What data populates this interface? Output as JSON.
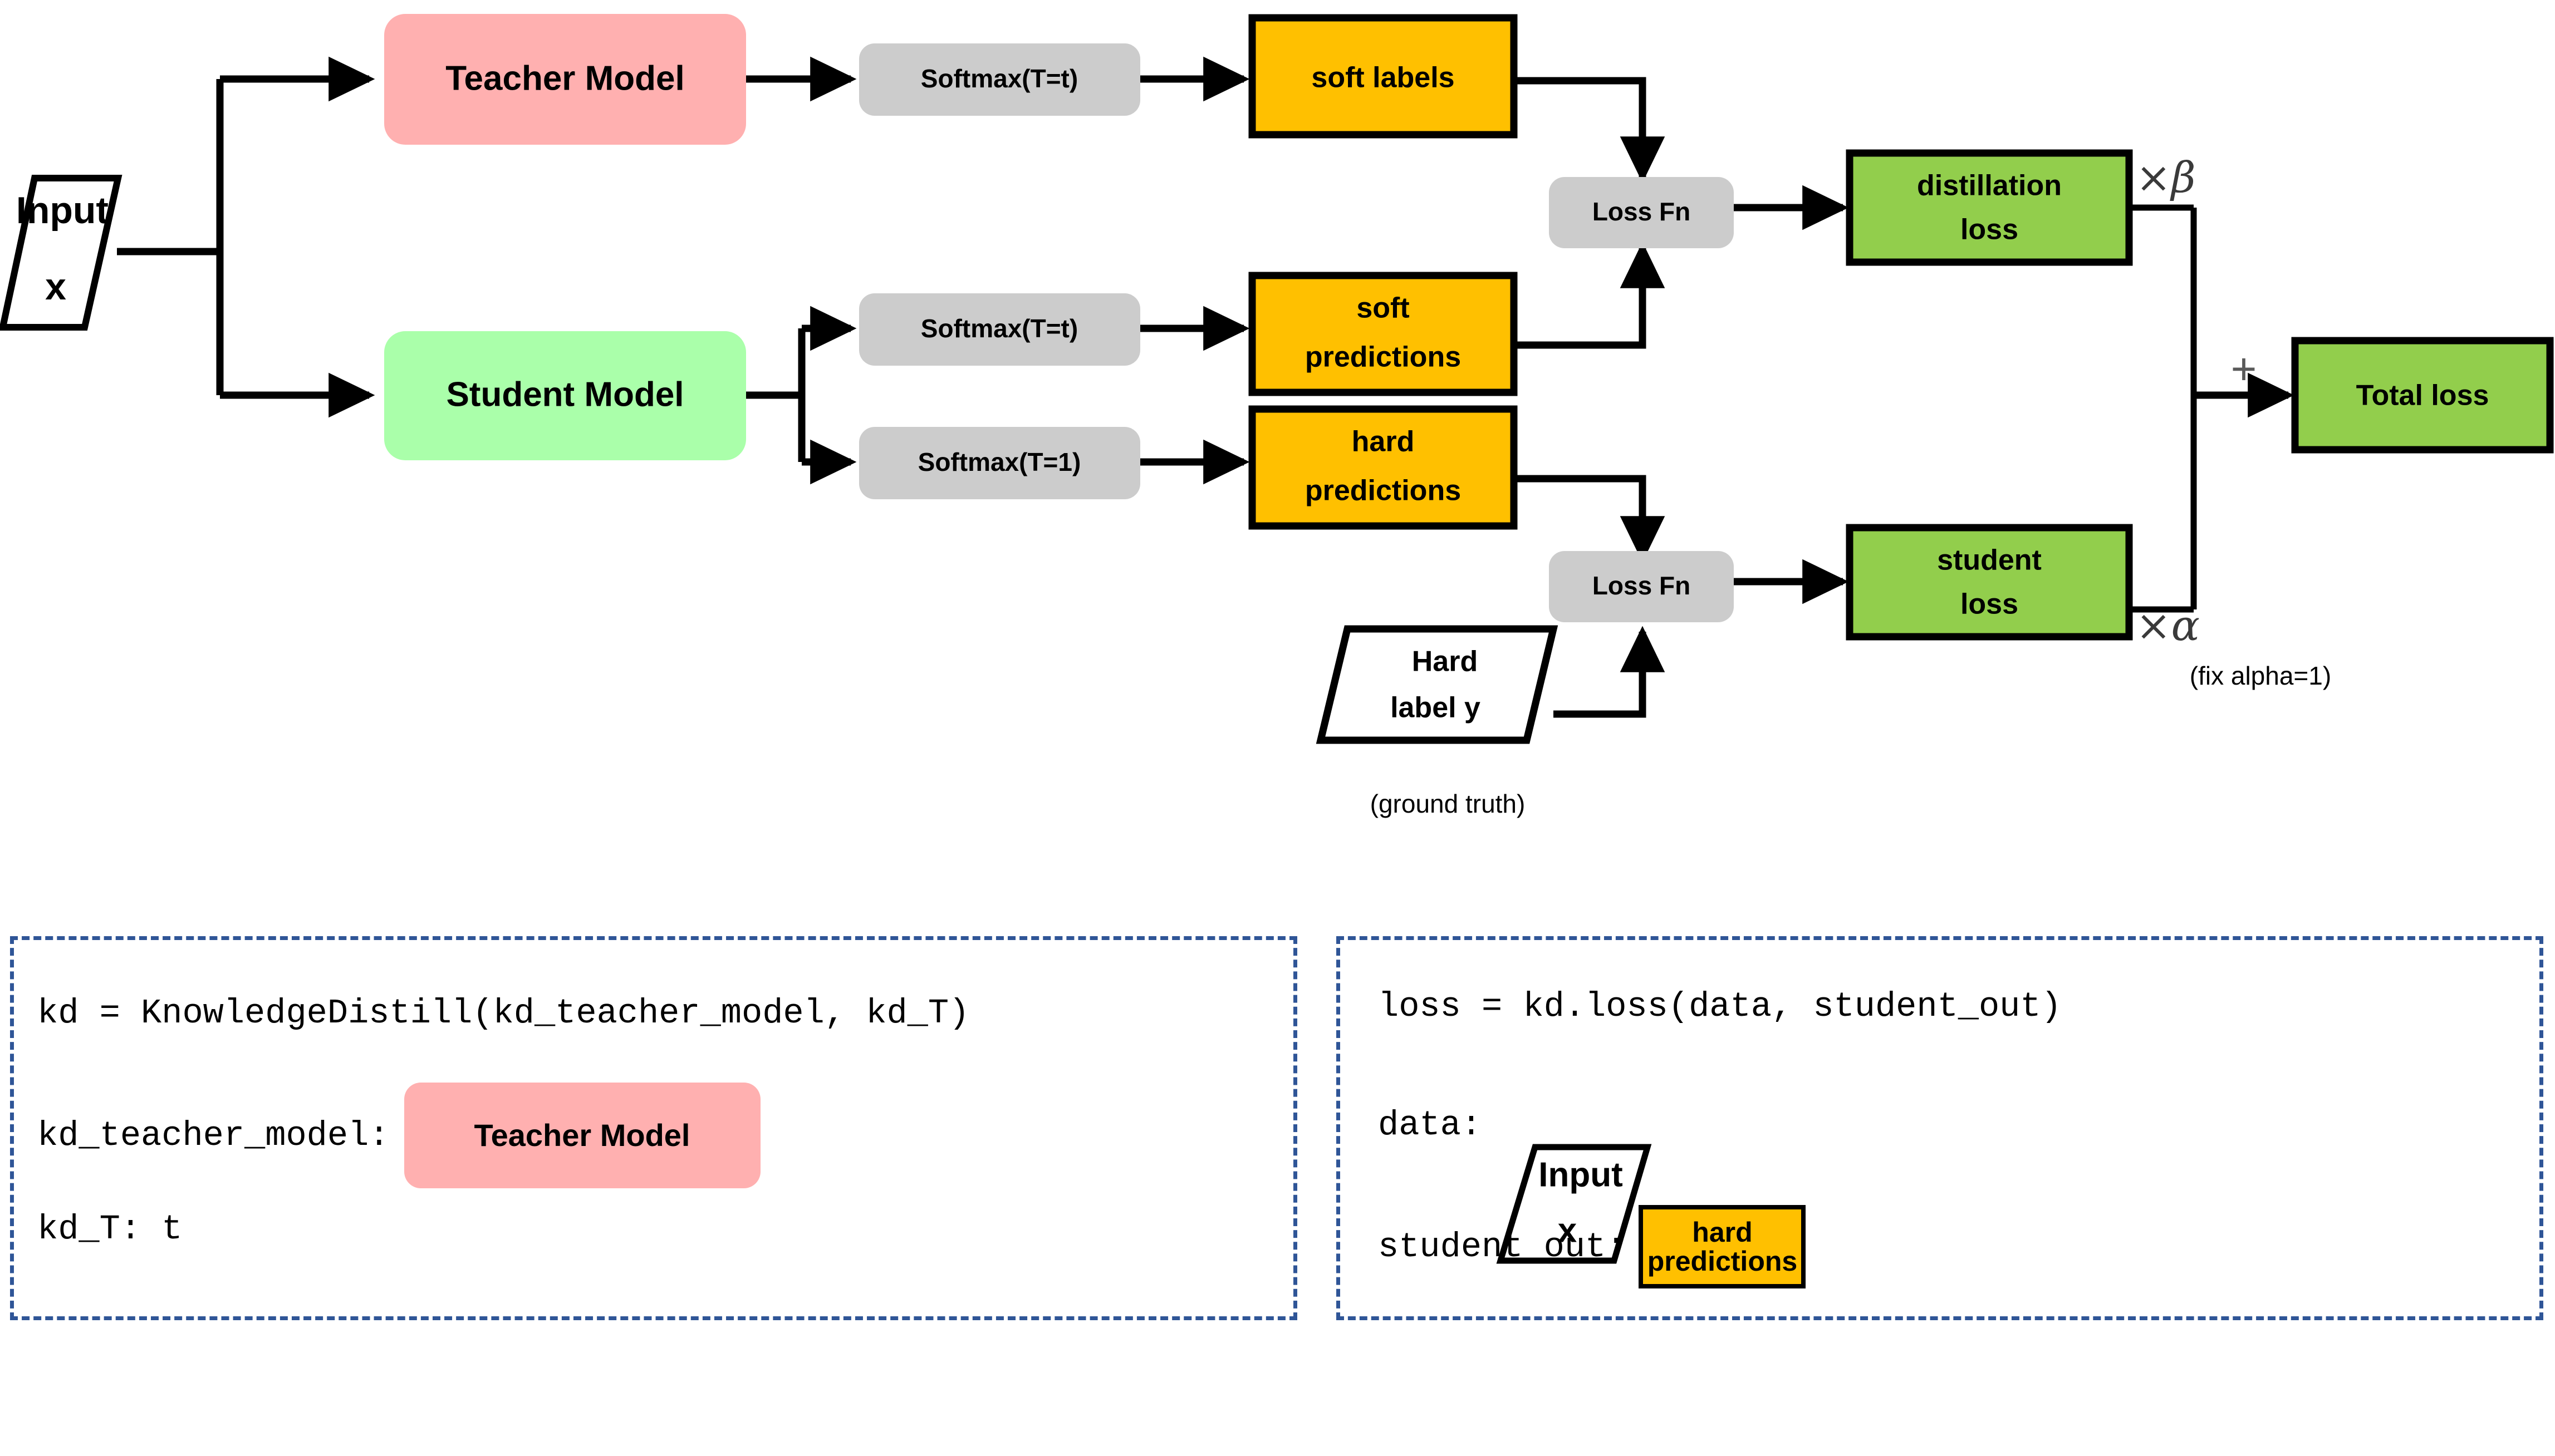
{
  "diagram": {
    "nodes": {
      "input": {
        "line1": "Input",
        "line2": "x",
        "shape": "parallelogram",
        "fill": "#ffffff"
      },
      "teacher_model": {
        "label": "Teacher Model",
        "fill": "#ffb0b0"
      },
      "student_model": {
        "label": "Student Model",
        "fill": "#aaffaa"
      },
      "softmax_teacher": {
        "label": "Softmax(T=t)",
        "fill": "#cccccc"
      },
      "softmax_student_soft": {
        "label": "Softmax(T=t)",
        "fill": "#cccccc"
      },
      "softmax_student_hard": {
        "label": "Softmax(T=1)",
        "fill": "#cccccc"
      },
      "soft_labels": {
        "label": "soft labels",
        "fill": "#ffc000"
      },
      "soft_predictions": {
        "line1": "soft",
        "line2": "predictions",
        "fill": "#ffc000"
      },
      "hard_predictions": {
        "line1": "hard",
        "line2": "predictions",
        "fill": "#ffc000"
      },
      "loss_fn_top": {
        "label": "Loss Fn",
        "fill": "#cccccc"
      },
      "loss_fn_bottom": {
        "label": "Loss Fn",
        "fill": "#cccccc"
      },
      "distillation_loss": {
        "line1": "distillation",
        "line2": "loss",
        "fill": "#92ce4c"
      },
      "student_loss": {
        "line1": "student",
        "line2": "loss",
        "fill": "#92ce4c"
      },
      "total_loss": {
        "label": "Total loss",
        "fill": "#92ce4c"
      },
      "hard_label": {
        "line1": "Hard",
        "line2": "label y",
        "shape": "parallelogram",
        "fill": "#ffffff"
      }
    },
    "annotations": {
      "beta_weight": "×β",
      "alpha_weight": "×α",
      "plus": "+",
      "fix_alpha": "(fix alpha=1)",
      "ground_truth": "(ground truth)"
    }
  },
  "code_panels": {
    "left": {
      "line1": "kd = KnowledgeDistill(kd_teacher_model, kd_T)",
      "line2_label": "kd_teacher_model:",
      "line2_chip": "Teacher Model",
      "line3": "kd_T: t"
    },
    "right": {
      "line1": "loss = kd.loss(data, student_out)",
      "line2_label": "data:",
      "line2_chip_line1": "Input",
      "line2_chip_line2": "x",
      "line3_label": "student_out:",
      "line3_chip_line1": "hard",
      "line3_chip_line2": "predictions"
    }
  },
  "colors": {
    "orange": "#ffc000",
    "green": "#92ce4c",
    "pink": "#ffb0b0",
    "mint": "#aaffaa",
    "gray": "#cccccc",
    "panel_border": "#2f5597"
  }
}
